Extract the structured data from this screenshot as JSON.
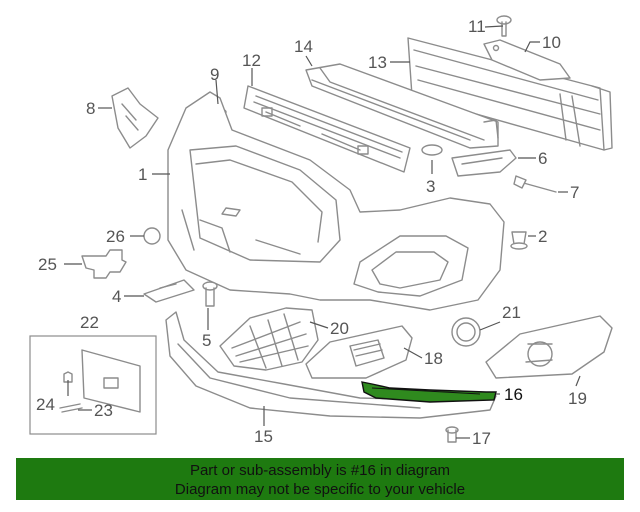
{
  "diagram": {
    "callouts": {
      "c1": "1",
      "c2": "2",
      "c3": "3",
      "c4": "4",
      "c5": "5",
      "c6": "6",
      "c7": "7",
      "c8": "8",
      "c9": "9",
      "c10": "10",
      "c11": "11",
      "c12": "12",
      "c13": "13",
      "c14": "14",
      "c15": "15",
      "c16": "16",
      "c17": "17",
      "c18": "18",
      "c19": "19",
      "c20": "20",
      "c21": "21",
      "c22": "22",
      "c23": "23",
      "c24": "24",
      "c25": "25",
      "c26": "26"
    },
    "highlighted_part": "16",
    "highlight_color": "#2f8a1e",
    "line_color": "#8c8c8c"
  },
  "footer": {
    "line1": "Part or sub-assembly is #16 in diagram",
    "line2": "Diagram may not be specific to your vehicle",
    "background": "#1e7a10"
  }
}
